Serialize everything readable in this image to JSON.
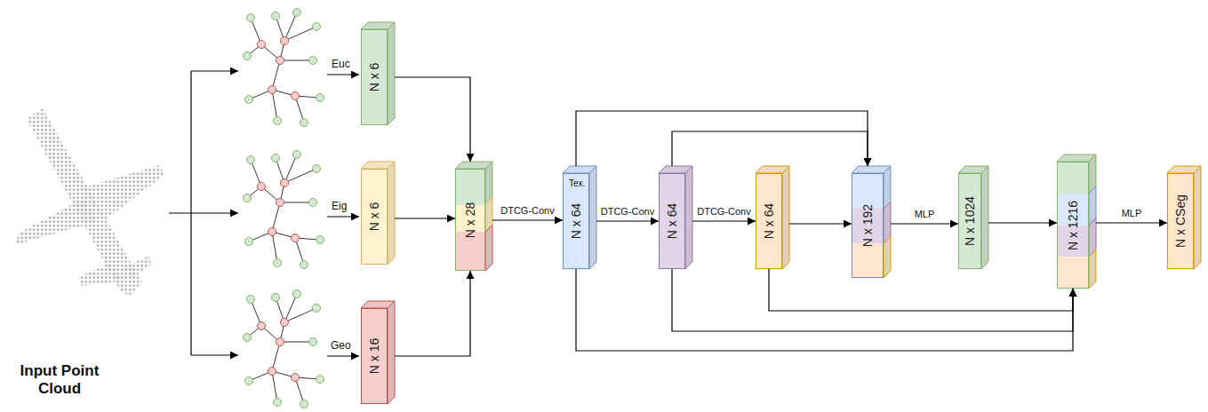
{
  "diagram": {
    "nodes": [
      {
        "text": [
          "N x 6"
        ]
      },
      {
        "text": [
          "N x 6"
        ]
      },
      {
        "text": [
          "N x 16"
        ]
      },
      {
        "text": [
          "N x 28"
        ]
      },
      {
        "text": [
          "N x 64"
        ]
      },
      {
        "text": [
          "N x 64"
        ]
      },
      {
        "text": [
          "N x 64"
        ]
      },
      {
        "text": [
          "N x 192"
        ]
      },
      {
        "text": [
          "N x 1024"
        ]
      },
      {
        "text": [
          "N x 1216"
        ]
      },
      {
        "text": [
          "N x CSeg"
        ]
      }
    ],
    "edges": [
      {
        "from": 0,
        "to": 3,
        "arrow": "to"
      },
      {
        "from": 1,
        "to": 3,
        "arrow": "to"
      },
      {
        "from": 2,
        "to": 3,
        "arrow": "to"
      },
      {
        "from": 3,
        "to": 4,
        "arrow": "to",
        "label": "DTCG-Conv"
      },
      {
        "from": 4,
        "to": 5,
        "arrow": "to",
        "label": "DTCG-Conv"
      },
      {
        "from": 5,
        "to": 6,
        "arrow": "to",
        "label": "DTCG-Conv"
      },
      {
        "from": 6,
        "to": 7,
        "arrow": "to"
      },
      {
        "from": 4,
        "to": 7,
        "arrow": "to"
      },
      {
        "from": 5,
        "to": 7,
        "arrow": "to"
      },
      {
        "from": 7,
        "to": 8,
        "arrow": "to",
        "label": "MLP"
      },
      {
        "from": 8,
        "to": 9,
        "arrow": "to"
      },
      {
        "from": 4,
        "to": 9,
        "arrow": "to"
      },
      {
        "from": 5,
        "to": 9,
        "arrow": "to"
      },
      {
        "from": 6,
        "to": 9,
        "arrow": "to"
      },
      {
        "from": 9,
        "to": 10,
        "arrow": "to",
        "label": "MLP"
      }
    ],
    "labels": [
      "Input Point Cloud",
      "Euc",
      "Eig",
      "Geo",
      "Tex."
    ]
  }
}
